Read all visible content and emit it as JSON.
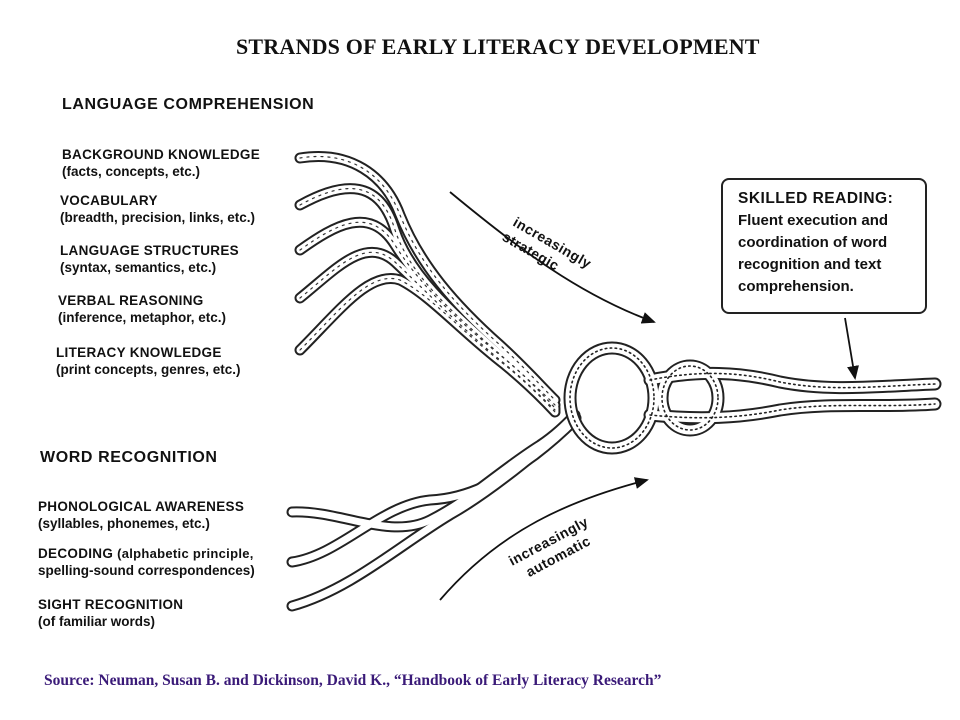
{
  "title": "STRANDS OF EARLY LITERACY DEVELOPMENT",
  "language_comprehension": {
    "heading": "LANGUAGE COMPREHENSION",
    "strands": [
      {
        "name": "BACKGROUND KNOWLEDGE",
        "desc": "(facts, concepts, etc.)"
      },
      {
        "name": "VOCABULARY",
        "desc": "(breadth, precision, links, etc.)"
      },
      {
        "name": "LANGUAGE STRUCTURES",
        "desc": "(syntax, semantics, etc.)"
      },
      {
        "name": "VERBAL REASONING",
        "desc": "(inference, metaphor, etc.)"
      },
      {
        "name": "LITERACY KNOWLEDGE",
        "desc": "(print concepts, genres, etc.)"
      }
    ]
  },
  "word_recognition": {
    "heading": "WORD RECOGNITION",
    "strands": [
      {
        "name": "PHONOLOGICAL AWARENESS",
        "desc": "(syllables, phonemes, etc.)"
      },
      {
        "name": "DECODING",
        "name_suffix": " (alphabetic principle,",
        "desc": "spelling-sound correspondences)"
      },
      {
        "name": "SIGHT RECOGNITION",
        "desc": "(of familiar words)"
      }
    ]
  },
  "arrows": {
    "top_line1": "increasingly",
    "top_line2": "strategic",
    "bottom_line1": "increasingly",
    "bottom_line2": "automatic"
  },
  "callout": {
    "heading": "SKILLED READING:",
    "lines": [
      "Fluent execution and",
      "coordination of word",
      "recognition and text",
      "comprehension."
    ]
  },
  "source": "Source: Neuman, Susan B. and Dickinson, David K., “Handbook of Early Literacy Research”",
  "colors": {
    "ink": "#111111",
    "source_text": "#3a1a78"
  }
}
